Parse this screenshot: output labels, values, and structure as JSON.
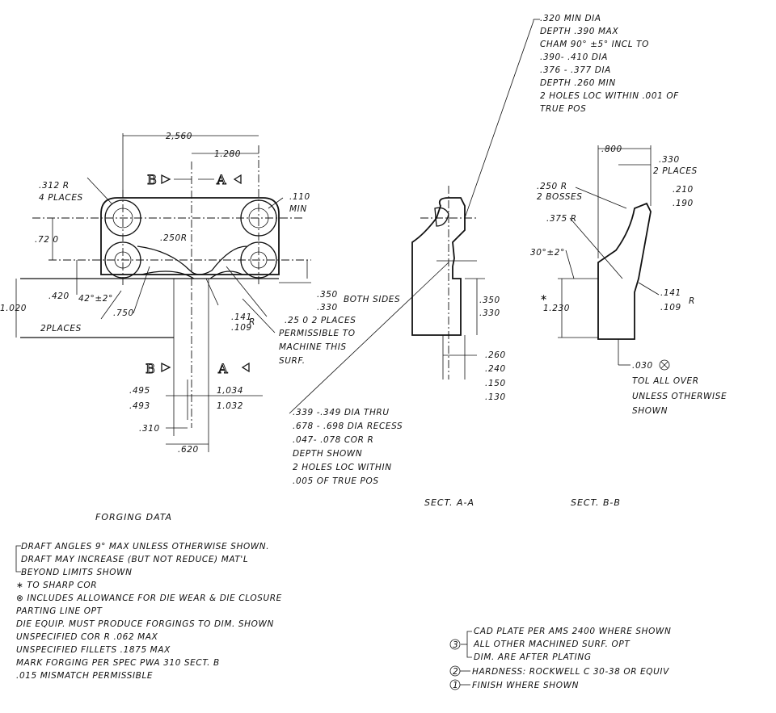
{
  "main_view": {
    "dim_2560": "2,560",
    "dim_1280": "1.280",
    "radius_312": ".312 R",
    "places_4": "4 PLACES",
    "dim_110": ".110",
    "min": "MIN",
    "dim_720": ".72 0",
    "r250": ".250R",
    "dim_420": ".420",
    "angle_42": "42°±2°",
    "dim_1020": "1.020",
    "dim_750": ".750",
    "places_2": "2PLACES",
    "dim_350": ".350",
    "dim_330": ".330",
    "both_sides": "BOTH SIDES",
    "dim_250_2pl": ".25 0  2 PLACES",
    "permissible_1": "PERMISSIBLE TO",
    "permissible_2": "MACHINE THIS",
    "permissible_3": "SURF.",
    "r141": ".141",
    "r109": ".109",
    "r_letter": "R",
    "dim_495": ".495",
    "dim_493": ".493",
    "dim_1034": "1,034",
    "dim_1032": "1.032",
    "dim_310": ".310",
    "dim_620": ".620",
    "label_B": "B",
    "label_A": "A"
  },
  "hole_note": [
    ".320 MIN DIA",
    "DEPTH .390 MAX",
    "CHAM 90° ±5° INCL TO",
    ".390- .410 DIA",
    ".376 - .377 DIA",
    "DEPTH .260 MIN",
    "2 HOLES  LOC WITHIN .001 OF",
    "TRUE POS"
  ],
  "section_aa": {
    "title": "SECT. A-A",
    "dim_350": ".350",
    "dim_330": ".330",
    "dim_260": ".260",
    "dim_240": ".240",
    "dim_150": ".150",
    "dim_130": ".130"
  },
  "thru_note": [
    ".339 -.349 DIA THRU",
    ".678 - .698 DIA RECESS",
    ".047- .078 COR R",
    "DEPTH  SHOWN",
    "2 HOLES LOC WITHIN",
    ".005 OF TRUE POS"
  ],
  "section_bb": {
    "title": "SECT. B-B",
    "dim_800": ".800",
    "dim_330": ".330",
    "places_2": "2 PLACES",
    "dim_210": ".210",
    "dim_190": ".190",
    "r250": ".250 R",
    "bosses": "2 BOSSES",
    "r375": ".375 R",
    "angle_30": "30°±2°",
    "star": "∗",
    "dim_1230": "1.230",
    "r141": ".141",
    "r109": ".109",
    "r_letter": "R",
    "dim_030": ".030",
    "tol_1": "TOL ALL OVER",
    "tol_2": "UNLESS  OTHERWISE",
    "tol_3": "SHOWN"
  },
  "forging_data": {
    "title": "FORGING   DATA",
    "lines": [
      "DRAFT ANGLES 9° MAX UNLESS  OTHERWISE SHOWN.",
      "DRAFT MAY INCREASE (BUT NOT REDUCE) MAT'L",
      "BEYOND LIMITS SHOWN",
      "∗ TO SHARP COR",
      "⊗ INCLUDES ALLOWANCE FOR DIE WEAR & DIE CLOSURE",
      "PARTING LINE OPT",
      "DIE EQUIP. MUST PRODUCE FORGINGS TO DIM. SHOWN",
      "UNSPECIFIED COR R  .062 MAX",
      "UNSPECIFIED FILLETS .1875 MAX",
      "MARK FORGING PER SPEC PWA 310 SECT. B",
      ".015 MISMATCH  PERMISSIBLE"
    ]
  },
  "finish_notes": {
    "n3_lines": [
      "CAD PLATE PER AMS 2400 WHERE SHOWN",
      "ALL OTHER MACHINED SURF. OPT",
      "DIM. ARE AFTER PLATING"
    ],
    "n3": "3",
    "n2": "2",
    "n2_text": "HARDNESS: ROCKWELL C 30-38 OR EQUIV",
    "n1": "1",
    "n1_text": "FINISH WHERE SHOWN"
  }
}
